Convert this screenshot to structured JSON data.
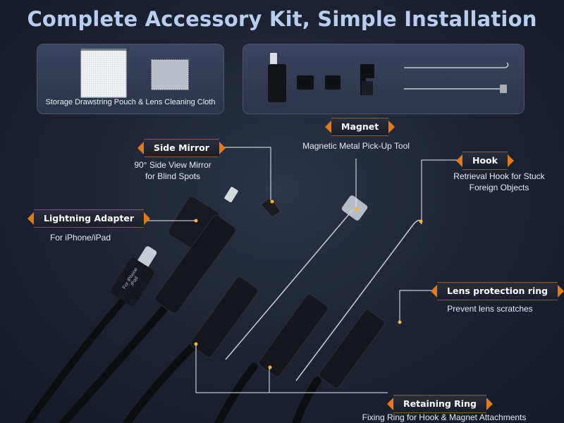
{
  "title": "Complete Accessory Kit, Simple Installation",
  "top_panel_left_caption": "Storage Drawstring Pouch & Lens Cleaning Cloth",
  "labels": {
    "magnet": {
      "tag": "Magnet",
      "desc": "Magnetic Metal Pick-Up Tool"
    },
    "side_mirror": {
      "tag": "Side Mirror",
      "desc_line1": "90° Side View Mirror",
      "desc_line2": "for Blind Spots"
    },
    "hook": {
      "tag": "Hook",
      "desc_line1": "Retrieval Hook for Stuck",
      "desc_line2": "Foreign Objects"
    },
    "lightning": {
      "tag": "Lightning Adapter",
      "desc": "For iPhone/iPad"
    },
    "lens_ring": {
      "tag": "Lens protection ring",
      "desc": "Prevent lens scratches"
    },
    "retaining": {
      "tag": "Retaining Ring",
      "desc": "Fixing Ring for Hook & Magnet Attachments"
    }
  },
  "adapter_print": "For iPhone iPad",
  "colors": {
    "accent": "#e07a1e",
    "title": "#b9cdf2",
    "background": "#1c2232"
  }
}
